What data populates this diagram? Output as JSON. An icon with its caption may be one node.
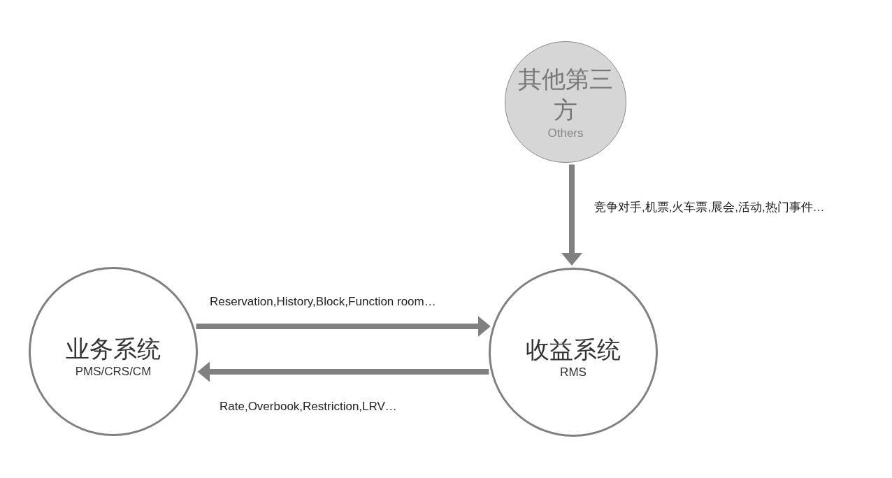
{
  "diagram": {
    "nodes": [
      {
        "text": [
          "其他第三方",
          "Others"
        ]
      },
      {
        "text": [
          "业务系统",
          "PMS/CRS/CM"
        ]
      },
      {
        "text": [
          "收益系统",
          "RMS"
        ]
      }
    ],
    "edges": [
      {
        "from": 0,
        "to": 2,
        "arrow": "to",
        "label": "竞争对手,机票,火车票,展会,活动,热门事件…"
      },
      {
        "from": 1,
        "to": 2,
        "arrow": "to",
        "label": "Reservation,History,Block,Function room…"
      },
      {
        "from": 2,
        "to": 1,
        "arrow": "to",
        "label": "Rate,Overbook,Restriction,LRV…"
      }
    ]
  }
}
